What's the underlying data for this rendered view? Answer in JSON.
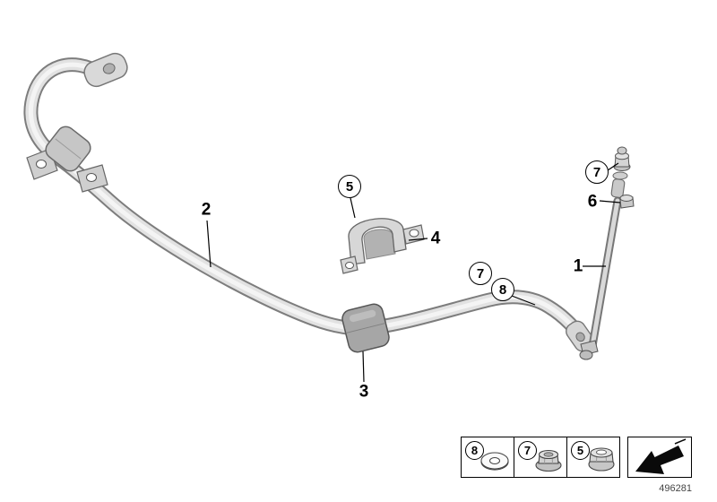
{
  "part_number": "496281",
  "colors": {
    "outline": "#000000",
    "tube_edge": "#7d7d7d",
    "tube_fill": "#e2e2e2",
    "metal_light": "#d9d9d9",
    "metal_mid": "#bdbdbd",
    "rubber": "#a6a6a6"
  },
  "callouts": {
    "c1": {
      "label": "1",
      "circled": false
    },
    "c2": {
      "label": "2",
      "circled": false
    },
    "c3": {
      "label": "3",
      "circled": false
    },
    "c4": {
      "label": "4",
      "circled": false
    },
    "c5": {
      "label": "5",
      "circled": true
    },
    "c6": {
      "label": "6",
      "circled": false
    },
    "c7_top": {
      "label": "7",
      "circled": true
    },
    "c7_mid": {
      "label": "7",
      "circled": true
    },
    "c8_mid": {
      "label": "8",
      "circled": true
    }
  },
  "legend": {
    "items": [
      {
        "label": "8",
        "icon": "washer-icon"
      },
      {
        "label": "7",
        "icon": "flange-nut-icon"
      },
      {
        "label": "5",
        "icon": "lock-nut-icon"
      }
    ],
    "direction_icon": "direction-arrow-icon"
  }
}
